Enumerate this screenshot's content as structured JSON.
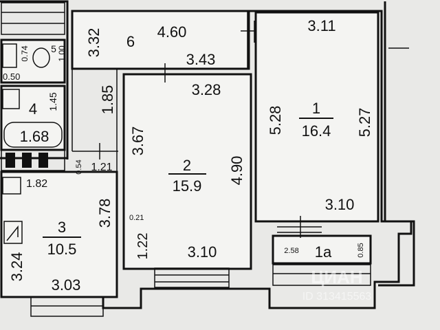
{
  "plan": {
    "background": "#e9e9e7",
    "wall_color": "#111111",
    "rooms": [
      {
        "id": "1",
        "number": "1",
        "area": "16.4",
        "dims": [
          "3.11",
          "5.28",
          "5.27",
          "3.10"
        ]
      },
      {
        "id": "2",
        "number": "2",
        "area": "15.9",
        "dims": [
          "3.43",
          "3.28",
          "3.67",
          "4.90",
          "3.10",
          "1.22",
          "0.21"
        ]
      },
      {
        "id": "3",
        "number": "3",
        "area": "10.5",
        "dims": [
          "1.82",
          "3.78",
          "3.24",
          "3.03",
          "0.54"
        ]
      },
      {
        "id": "4",
        "number": "4",
        "dims": [
          "1.45",
          "1.68"
        ]
      },
      {
        "id": "5",
        "number": "5",
        "dims": [
          "0.74",
          "1.00",
          "0.50"
        ]
      },
      {
        "id": "6",
        "number": "6",
        "dims": [
          "4.60",
          "3.32",
          "1.85",
          "1.21"
        ]
      },
      {
        "id": "1a",
        "number": "1a",
        "dims": [
          "2.58",
          "0.85"
        ]
      }
    ],
    "watermark": "ЦИАН",
    "watermark_sub": "ID 313415563"
  }
}
